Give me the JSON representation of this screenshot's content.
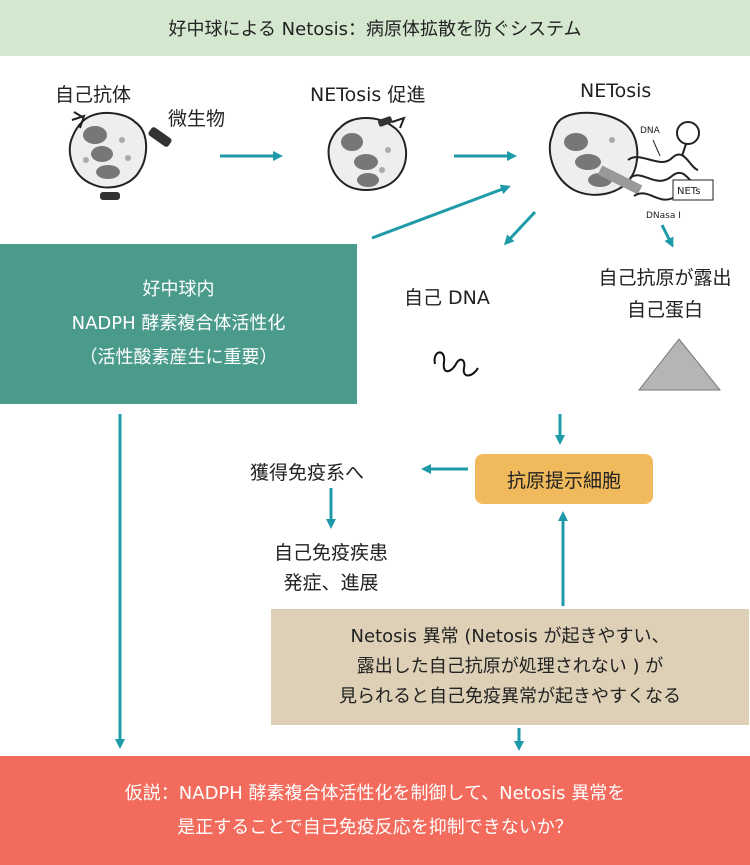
{
  "header": {
    "title": "好中球による Netosis：病原体拡散を防ぐシステム"
  },
  "stages": {
    "autoantibody": "自己抗体",
    "microbe": "微生物",
    "promotion": "NETosis 促進",
    "netosis": "NETosis"
  },
  "netosis_labels": {
    "dna": "DNA",
    "nets": "NETs",
    "dnase": "DNasa Ⅰ"
  },
  "nadph": {
    "line1": "好中球内",
    "line2": "NADPH 酵素複合体活性化",
    "line3": "（活性酸素産生に重要）"
  },
  "self_dna": "自己 DNA",
  "exposure": {
    "line1": "自己抗原が露出",
    "line2": "自己蛋白"
  },
  "apc": "抗原提示細胞",
  "acquired": "獲得免疫系へ",
  "disease": {
    "line1": "自己免疫疾患",
    "line2": "発症、進展"
  },
  "abnormality": {
    "line1": "Netosis 異常 (Netosis が起きやすい、",
    "line2": "露出した自己抗原が処理されない ) が",
    "line3": "見られると自己免疫異常が起きやすくなる"
  },
  "hypothesis": {
    "line1": "仮説：NADPH 酵素複合体活性化を制御して、Netosis 異常を",
    "line2": "是正することで自己免疫反応を抑制できないか？"
  },
  "colors": {
    "header_bg": "#d4e7cf",
    "teal": "#4b9b8c",
    "arrow": "#1f9aa8",
    "apc_bg": "#f0b95b",
    "netosis_bg": "#ddd0b6",
    "hypothesis_bg": "#f26b5c"
  }
}
